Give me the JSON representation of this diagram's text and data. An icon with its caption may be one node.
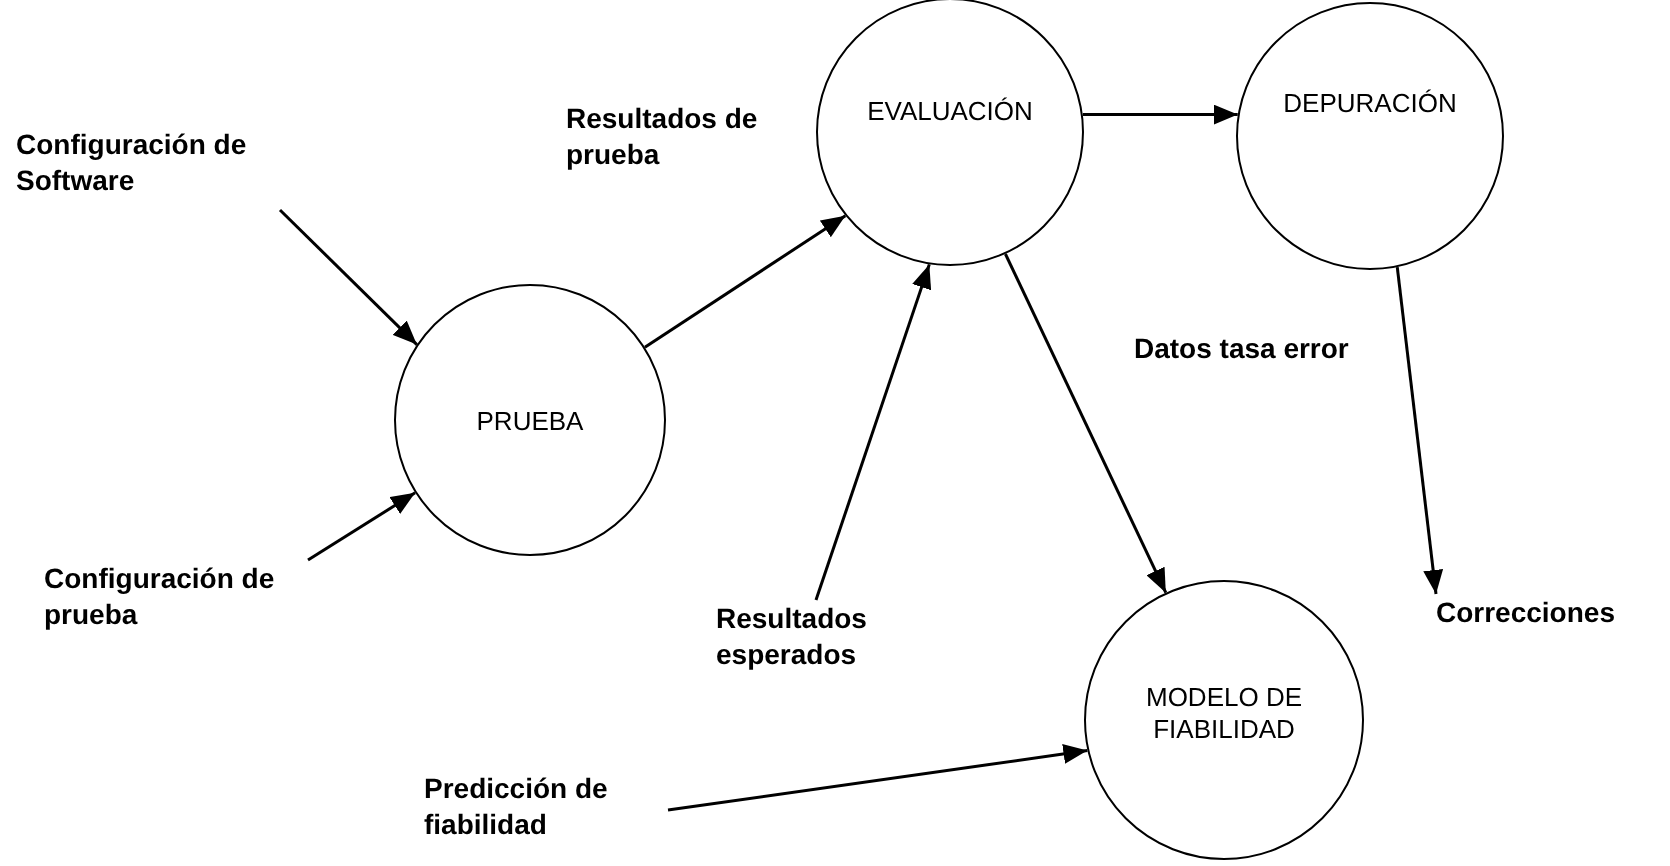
{
  "diagram": {
    "nodes": [
      {
        "text": [
          "Configuración de Software"
        ]
      },
      {
        "text": [
          "EVALUACIÓN"
        ]
      },
      {
        "text": [
          "DEPURACIÓN"
        ]
      },
      {
        "text": [
          "PRUEBA"
        ]
      },
      {
        "text": [
          "Configuración de prueba"
        ]
      },
      {
        "text": [
          "Resultados esperados"
        ]
      },
      {
        "text": [
          "Correcciones"
        ]
      },
      {
        "text": [
          "MODELO DE FIABILIDAD"
        ]
      },
      {
        "text": [
          "Predicción de fiabilidad"
        ]
      }
    ],
    "edges": [
      {
        "from": 0,
        "to": 3,
        "arrow": "to"
      },
      {
        "from": 4,
        "to": 3,
        "arrow": "to"
      },
      {
        "from": 3,
        "to": 1,
        "arrow": "to",
        "label": "Resultados de prueba"
      },
      {
        "from": 5,
        "to": 1,
        "arrow": "to"
      },
      {
        "from": 1,
        "to": 2,
        "arrow": "to"
      },
      {
        "from": 1,
        "to": 7,
        "arrow": "to",
        "label": "Datos tasa error"
      },
      {
        "from": 2,
        "to": 6,
        "arrow": "to"
      },
      {
        "from": 8,
        "to": 7,
        "arrow": "to"
      }
    ]
  }
}
